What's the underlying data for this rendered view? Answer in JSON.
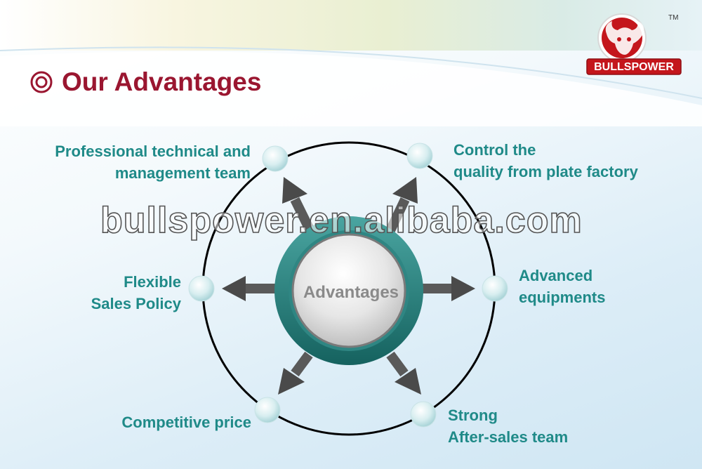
{
  "title": "Our Advantages",
  "logo": {
    "brand": "BULLSPOWER",
    "tm": "TM"
  },
  "center": "Advantages",
  "watermark": "bullspower.en.alibaba.com",
  "advantages": [
    {
      "lines": [
        "Professional technical and",
        "management team"
      ]
    },
    {
      "lines": [
        "Control the",
        "quality from plate factory"
      ]
    },
    {
      "lines": [
        "Flexible",
        "Sales Policy"
      ]
    },
    {
      "lines": [
        "Advanced",
        "equipments"
      ]
    },
    {
      "lines": [
        "Competitive price"
      ]
    },
    {
      "lines": [
        "Strong",
        "After-sales team"
      ]
    }
  ],
  "colors": {
    "title": "#9a1630",
    "label": "#1f8a88",
    "hub_ring": "#1f7d7a",
    "circle": "#000000",
    "arrow": "#5a5a5a",
    "logo_red": "#c4161c"
  }
}
